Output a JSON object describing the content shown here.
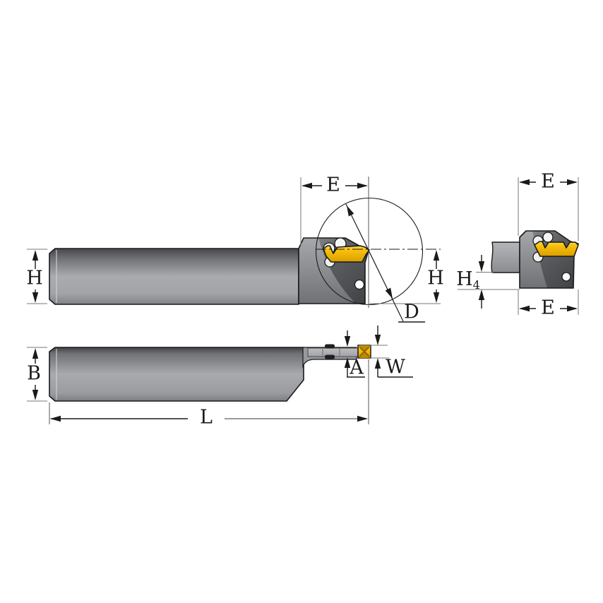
{
  "drawing_title": "grooving-parting-tool-dimension-drawing",
  "views": {
    "side_view": {
      "labels": {
        "e": "E",
        "h_left": "H",
        "h_right": "H",
        "d": "D"
      }
    },
    "end_view": {
      "labels": {
        "e_top": "E",
        "h4_base": "H",
        "h4_sub": "4",
        "e_bottom": "E"
      }
    },
    "top_view": {
      "labels": {
        "b": "B",
        "a": "A",
        "w": "W",
        "l": "L"
      }
    }
  },
  "colors": {
    "insert_yellow": "#F2B705",
    "insert_highlight": "#FFD53D",
    "insert_shadow": "#D89E00",
    "steel_dark": "#4B4D50",
    "steel_light": "#A9ABAE",
    "outline": "#1A1A1A",
    "dim_gray": "#777777"
  }
}
